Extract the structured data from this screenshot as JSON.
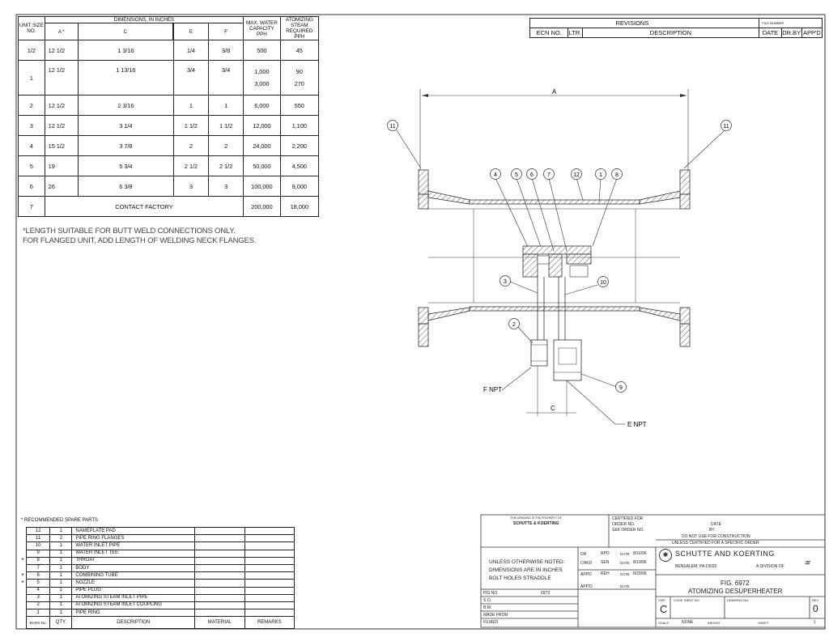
{
  "dimensions_table": {
    "headers": {
      "unit_size": "UNIT SIZE NO.",
      "dimensions": "DIMENSIONS, IN INCHES",
      "a": "A *",
      "c": "C",
      "e": "E",
      "f": "F",
      "max_water": "MAX. WATER CAPACITY PPH",
      "steam": "ATOMIZING STEAM REQUIRED PPH"
    },
    "rows": [
      {
        "size": "1/2",
        "a": "12 1/2",
        "c": "1 3/16",
        "e": "1/4",
        "f": "3/8",
        "water": "500",
        "steam": "45"
      },
      {
        "size": "1",
        "a": "12 1/2",
        "c": "1 13/16",
        "e": "3/4",
        "f": "3/4",
        "water": "1,000",
        "water2": "3,000",
        "steam": "90",
        "steam2": "270"
      },
      {
        "size": "2",
        "a": "12 1/2",
        "c": "2 3/16",
        "e": "1",
        "f": "1",
        "water": "6,000",
        "steam": "550"
      },
      {
        "size": "3",
        "a": "12 1/2",
        "c": "3 1/4",
        "e": "1 1/2",
        "f": "1 1/2",
        "water": "12,000",
        "steam": "1,100"
      },
      {
        "size": "4",
        "a": "15 1/2",
        "c": "3 7/8",
        "e": "2",
        "f": "2",
        "water": "24,000",
        "steam": "2,200"
      },
      {
        "size": "5",
        "a": "19",
        "c": "5 3/4",
        "e": "2 1/2",
        "f": "2 1/2",
        "water": "50,000",
        "steam": "4,500"
      },
      {
        "size": "6",
        "a": "26",
        "c": "6 3/8",
        "e": "3",
        "f": "3",
        "water": "100,000",
        "steam": "9,000"
      },
      {
        "size": "7",
        "contact": "CONTACT FACTORY",
        "water": "200,000",
        "steam": "18,000"
      }
    ]
  },
  "notes": {
    "line1": "*LENGTH SUITABLE FOR BUTT WELD CONNECTIONS ONLY.",
    "line2": "FOR FLANGED UNIT, ADD LENGTH OF WELDING NECK FLANGES."
  },
  "revisions": {
    "title": "REVISIONS",
    "file_number": "FILE NUMBER",
    "columns": [
      "ECN NO.",
      "LTR.",
      "DESCRIPTION",
      "DATE",
      "DR.BY",
      "APP'D"
    ]
  },
  "drawing": {
    "dim_a": "A",
    "dim_c": "C",
    "f_npt": "F NPT",
    "e_npt": "E NPT",
    "callouts": [
      "11",
      "11",
      "4",
      "5",
      "6",
      "7",
      "12",
      "1",
      "8",
      "3",
      "10",
      "2",
      "9"
    ]
  },
  "spare_parts": {
    "title": "* RECOMMENDED SPARE PARTS",
    "columns": [
      "MARK No.",
      "QTY.",
      "DESCRIPTION",
      "MATERIAL",
      "REMARKS"
    ],
    "rows": [
      {
        "flag": "",
        "mark": "12",
        "qty": "1",
        "desc": "NAMEPLATE PAD"
      },
      {
        "flag": "",
        "mark": "11",
        "qty": "2",
        "desc": "PIPE RING FLANGES"
      },
      {
        "flag": "",
        "mark": "10",
        "qty": "1",
        "desc": "WATER INLET PIPE"
      },
      {
        "flag": "",
        "mark": "9",
        "qty": "1",
        "desc": "WATER INLET TEE"
      },
      {
        "flag": "*",
        "mark": "8",
        "qty": "1",
        "desc": "THROAT"
      },
      {
        "flag": "",
        "mark": "7",
        "qty": "1",
        "desc": "BODY"
      },
      {
        "flag": "*",
        "mark": "6",
        "qty": "1",
        "desc": "COMBINING TUBE"
      },
      {
        "flag": "*",
        "mark": "5",
        "qty": "1",
        "desc": "NOZZLE"
      },
      {
        "flag": "",
        "mark": "4",
        "qty": "1",
        "desc": "PIPE PLUG"
      },
      {
        "flag": "",
        "mark": "3",
        "qty": "1",
        "desc": "ATOMIZING STEAM INLET PIPE"
      },
      {
        "flag": "",
        "mark": "2",
        "qty": "1",
        "desc": "ATOMIZING STEAM INLET COUPLING"
      },
      {
        "flag": "",
        "mark": "1",
        "qty": "1",
        "desc": "PIPE RING"
      }
    ]
  },
  "title_block": {
    "property_line1": "THIS DRAWING IS THE PROPERTY OF",
    "company": "SCHUTTE & KOERTING",
    "unless_noted_1": "UNLESS OTHERWISE NOTED:",
    "unless_noted_2": "DIMENSIONS ARE IN INCHES",
    "unless_noted_3": "BOLT HOLES STRADDLE",
    "fig_no_label": "FIG NO.",
    "fig_no_value": "6972",
    "so": "S.O.",
    "bm": "B.M.",
    "made_from": "MADE FROM",
    "filmed": "FILMED",
    "certified_for": "CERTIFIED FOR",
    "order_no": "ORDER NO.",
    "date_label": "DATE",
    "sk_order": "S&K ORDER NO.",
    "by": "BY",
    "not_for_construction_1": "DO NOT USE FOR CONSTRUCTION",
    "not_for_construction_2": "UNLESS CERTIFIED FOR A SPECIFIC ORDER",
    "dr": "DR",
    "dr_init": "RPD",
    "dr_date": "8/16/96",
    "chkd": "CHKD",
    "chkd_init": "SEN",
    "chkd_date": "8/19/96",
    "appd": "APPD",
    "appd_init": "REH",
    "appd_date": "8/20/96",
    "appd2": "APP'D",
    "date": "DATE",
    "company_full": "SCHUTTE AND KOERTING",
    "location": "BENSALEM, PA 19020",
    "division": "A DIVISION OF",
    "fig_title": "FIG. 6972",
    "product": "ATOMIZING DESUPERHEATER",
    "size_label": "SIZE",
    "size_value": "C",
    "code_label": "CODE IDENT NO.",
    "drawing_no_label": "DRAWING NO.",
    "rev_label": "REV",
    "rev_value": "0",
    "scale_label": "SCALE",
    "scale_value": "NONE",
    "weight_label": "WEIGHT",
    "sheet_label": "SHEET",
    "sheet_value": "1"
  }
}
